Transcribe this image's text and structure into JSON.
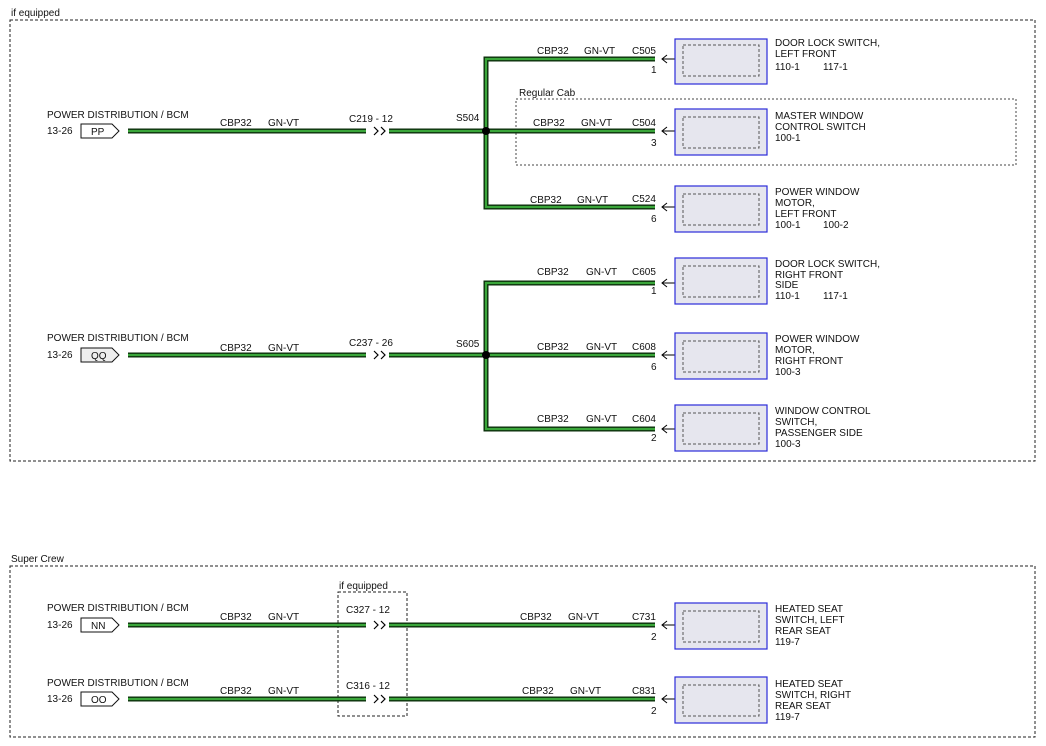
{
  "sections": {
    "top_label": "if equipped",
    "bottom_label": "Super Crew",
    "regular_cab_label": "Regular Cab",
    "if_equipped_inline": "if equipped"
  },
  "sources": [
    {
      "title": "POWER DISTRIBUTION / BCM",
      "ref": "13-26",
      "tag": "PP"
    },
    {
      "title": "POWER DISTRIBUTION / BCM",
      "ref": "13-26",
      "tag": "QQ"
    },
    {
      "title": "POWER DISTRIBUTION / BCM",
      "ref": "13-26",
      "tag": "NN"
    },
    {
      "title": "POWER DISTRIBUTION / BCM",
      "ref": "13-26",
      "tag": "OO"
    }
  ],
  "wire": {
    "circuit": "CBP32",
    "color": "GN-VT"
  },
  "inline_connectors": [
    "C219 - 12",
    "C237 - 26",
    "C327 - 12",
    "C316 - 12"
  ],
  "splices": [
    "S504",
    "S605"
  ],
  "components": [
    {
      "connector": "C505",
      "pin": "1",
      "lines": [
        "DOOR LOCK SWITCH,",
        "LEFT FRONT"
      ],
      "refs": [
        "110-1",
        "117-1"
      ]
    },
    {
      "connector": "C504",
      "pin": "3",
      "lines": [
        "MASTER WINDOW",
        "CONTROL SWITCH"
      ],
      "refs": [
        "100-1"
      ]
    },
    {
      "connector": "C524",
      "pin": "6",
      "lines": [
        "POWER WINDOW",
        "MOTOR,",
        "LEFT FRONT"
      ],
      "refs": [
        "100-1",
        "100-2"
      ]
    },
    {
      "connector": "C605",
      "pin": "1",
      "lines": [
        "DOOR LOCK SWITCH,",
        "RIGHT FRONT",
        "SIDE"
      ],
      "refs": [
        "110-1",
        "117-1"
      ]
    },
    {
      "connector": "C608",
      "pin": "6",
      "lines": [
        "POWER WINDOW",
        "MOTOR,",
        "RIGHT FRONT"
      ],
      "refs": [
        "100-3"
      ]
    },
    {
      "connector": "C604",
      "pin": "2",
      "lines": [
        "WINDOW CONTROL",
        "SWITCH,",
        "PASSENGER SIDE"
      ],
      "refs": [
        "100-3"
      ]
    },
    {
      "connector": "C731",
      "pin": "2",
      "lines": [
        "HEATED SEAT",
        "SWITCH, LEFT",
        "REAR SEAT"
      ],
      "refs": [
        "119-7"
      ]
    },
    {
      "connector": "C831",
      "pin": "2",
      "lines": [
        "HEATED SEAT",
        "SWITCH, RIGHT",
        "REAR SEAT"
      ],
      "refs": [
        "119-7"
      ]
    }
  ]
}
